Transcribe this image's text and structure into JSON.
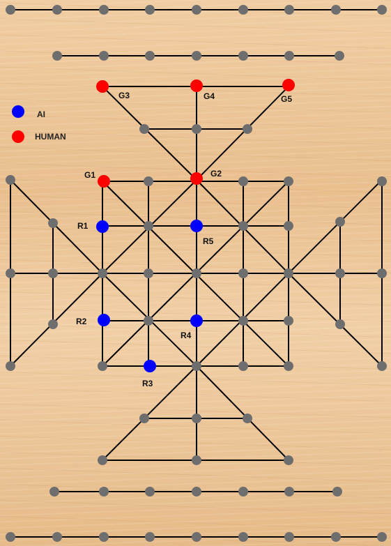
{
  "legend": [
    {
      "label": "AI",
      "color": "#0000ff"
    },
    {
      "label": "HUMAN",
      "color": "#ff0000"
    }
  ],
  "colors": {
    "line": "#000000",
    "empty_point": "#6e6e6e",
    "ai_piece": "#0000ff",
    "human_piece": "#ff0000"
  },
  "pieces": [
    {
      "id": "G1",
      "owner": "human"
    },
    {
      "id": "G2",
      "owner": "human"
    },
    {
      "id": "G3",
      "owner": "human"
    },
    {
      "id": "G4",
      "owner": "human"
    },
    {
      "id": "G5",
      "owner": "human"
    },
    {
      "id": "R1",
      "owner": "ai"
    },
    {
      "id": "R2",
      "owner": "ai"
    },
    {
      "id": "R3",
      "owner": "ai"
    },
    {
      "id": "R4",
      "owner": "ai"
    },
    {
      "id": "R5",
      "owner": "ai"
    }
  ]
}
